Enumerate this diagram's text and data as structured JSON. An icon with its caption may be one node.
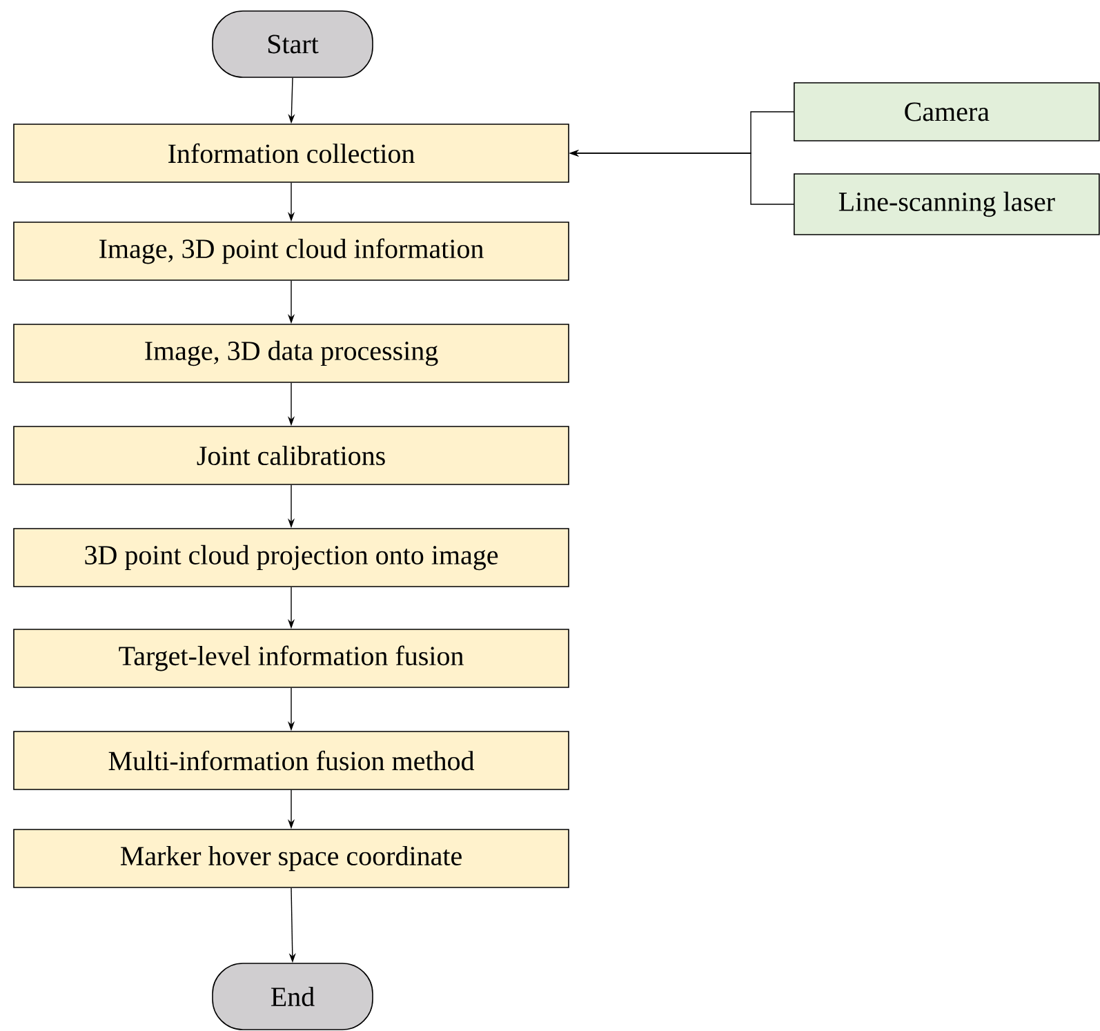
{
  "diagram": {
    "nodes": [
      {
        "text": [
          "Start"
        ]
      },
      {
        "text": [
          "Information collection"
        ]
      },
      {
        "text": [
          "Image, 3D point cloud information"
        ]
      },
      {
        "text": [
          "Image, 3D data processing"
        ]
      },
      {
        "text": [
          "Joint calibrations"
        ]
      },
      {
        "text": [
          "3D point cloud projection onto image"
        ]
      },
      {
        "text": [
          "Target-level information fusion"
        ]
      },
      {
        "text": [
          "Multi-information fusion method"
        ]
      },
      {
        "text": [
          "Marker hover space coordinate"
        ]
      },
      {
        "text": [
          "End"
        ]
      },
      {
        "text": [
          "Camera"
        ]
      },
      {
        "text": [
          "Line-scanning laser"
        ]
      }
    ],
    "edges": [
      {
        "from": 0,
        "to": 1,
        "arrow": "to"
      },
      {
        "from": 1,
        "to": 2,
        "arrow": "to"
      },
      {
        "from": 2,
        "to": 3,
        "arrow": "to"
      },
      {
        "from": 3,
        "to": 4,
        "arrow": "to"
      },
      {
        "from": 4,
        "to": 5,
        "arrow": "to"
      },
      {
        "from": 5,
        "to": 6,
        "arrow": "to"
      },
      {
        "from": 6,
        "to": 7,
        "arrow": "to"
      },
      {
        "from": 7,
        "to": 8,
        "arrow": "to"
      },
      {
        "from": 8,
        "to": 9,
        "arrow": "to"
      },
      {
        "from": 10,
        "to": 1,
        "arrow": "to"
      },
      {
        "from": 11,
        "to": 1,
        "arrow": "to"
      }
    ]
  }
}
